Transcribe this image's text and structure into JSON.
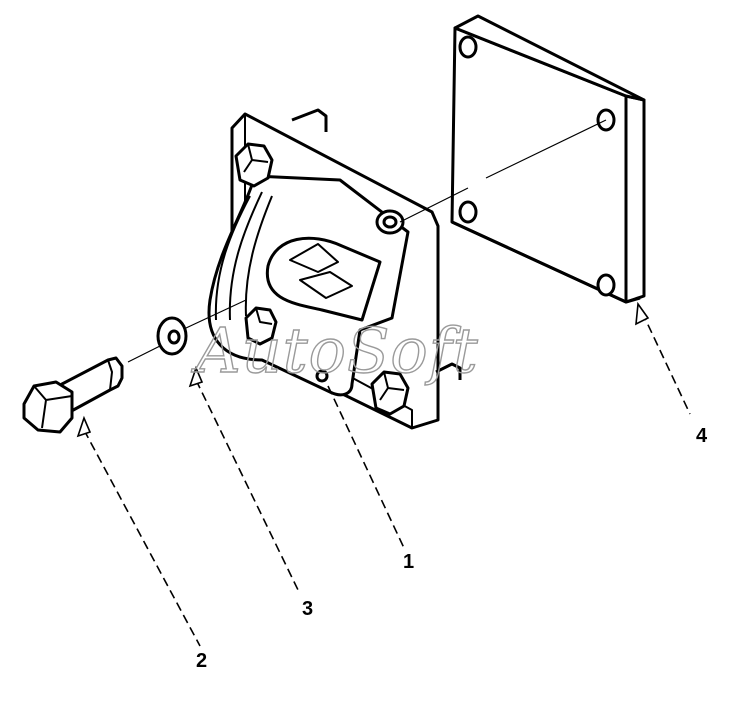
{
  "watermark": "AutoSoft",
  "callouts": [
    {
      "id": "1",
      "label": "1"
    },
    {
      "id": "2",
      "label": "2"
    },
    {
      "id": "3",
      "label": "3"
    },
    {
      "id": "4",
      "label": "4"
    }
  ],
  "parts": [
    {
      "callout": "1",
      "name": "bracket"
    },
    {
      "callout": "2",
      "name": "bolt"
    },
    {
      "callout": "3",
      "name": "washer"
    },
    {
      "callout": "4",
      "name": "plate"
    }
  ],
  "colors": {
    "line": "#000000",
    "background": "#ffffff",
    "watermark": "#9a9a9a"
  }
}
